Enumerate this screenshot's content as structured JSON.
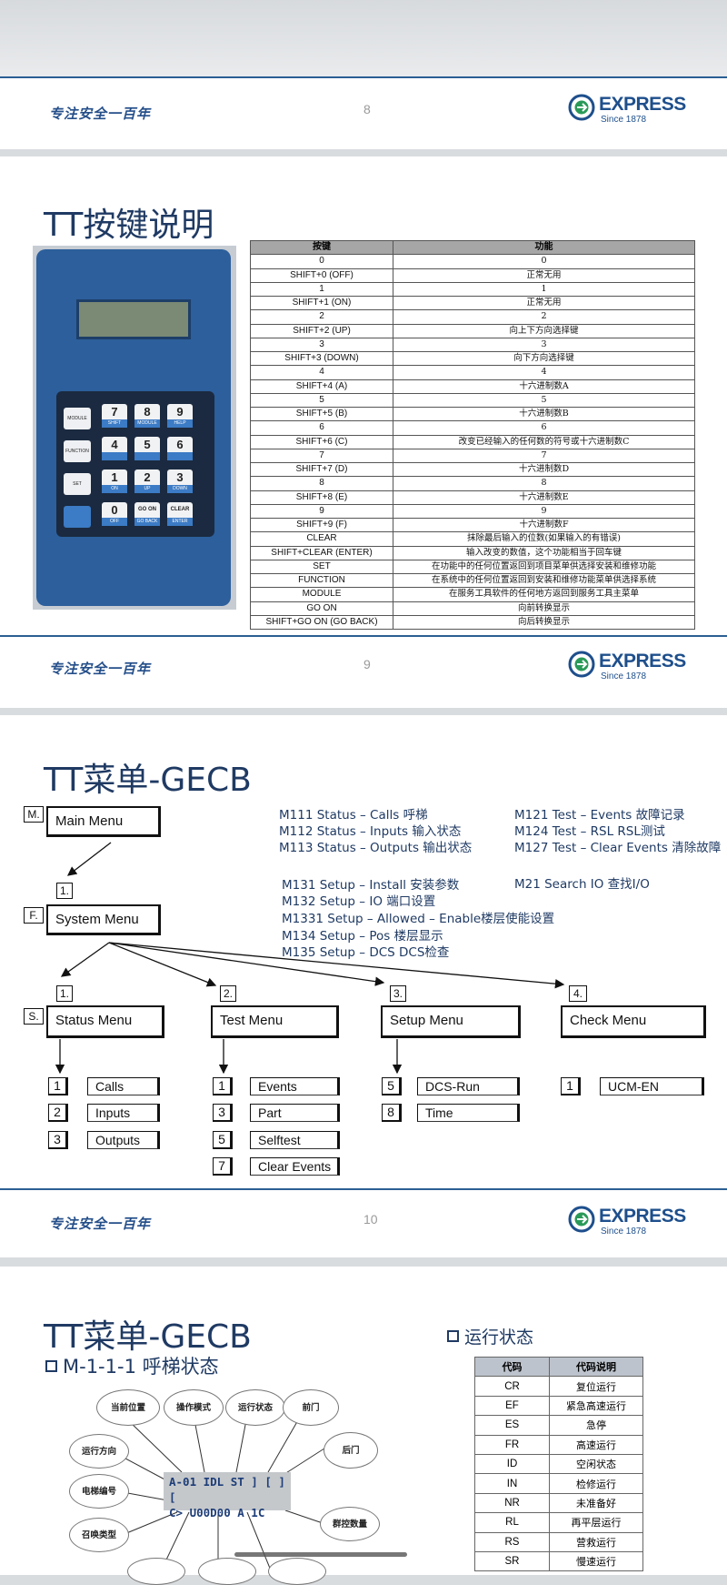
{
  "slogan": "专注安全一百年",
  "logo": {
    "name": "EXPRESS",
    "since": "Since 1878",
    "color": "#1e4f8c"
  },
  "pages": {
    "p8": "8",
    "p9": "9",
    "p10": "10"
  },
  "slide9": {
    "title": "TT按键说明",
    "table": {
      "headers": [
        "按键",
        "功能"
      ],
      "rows": [
        [
          "0",
          "0"
        ],
        [
          "SHIFT+0 (OFF)",
          "正常无用"
        ],
        [
          "1",
          "1"
        ],
        [
          "SHIFT+1 (ON)",
          "正常无用"
        ],
        [
          "2",
          "2"
        ],
        [
          "SHIFT+2 (UP)",
          "向上下方向选择键"
        ],
        [
          "3",
          "3"
        ],
        [
          "SHIFT+3 (DOWN)",
          "向下方向选择键"
        ],
        [
          "4",
          "4"
        ],
        [
          "SHIFT+4 (A)",
          "十六进制数A"
        ],
        [
          "5",
          "5"
        ],
        [
          "SHIFT+5 (B)",
          "十六进制数B"
        ],
        [
          "6",
          "6"
        ],
        [
          "SHIFT+6 (C)",
          "改变已经输入的任何数的符号或十六进制数C"
        ],
        [
          "7",
          "7"
        ],
        [
          "SHIFT+7 (D)",
          "十六进制数D"
        ],
        [
          "8",
          "8"
        ],
        [
          "SHIFT+8 (E)",
          "十六进制数E"
        ],
        [
          "9",
          "9"
        ],
        [
          "SHIFT+9 (F)",
          "十六进制数F"
        ],
        [
          "CLEAR",
          "抹除最后输入的位数(如果输入的有错误)"
        ],
        [
          "SHIFT+CLEAR (ENTER)",
          "输入改变的数值，这个功能相当于回车键"
        ],
        [
          "SET",
          "在功能中的任何位置返回到项目菜单供选择安装和维修功能"
        ],
        [
          "FUNCTION",
          "在系统中的任何位置返回到安装和维修功能菜单供选择系统"
        ],
        [
          "MODULE",
          "在服务工具软件的任何地方返回到服务工具主菜单"
        ],
        [
          "GO ON",
          "向前转换显示"
        ],
        [
          "SHIFT+GO ON (GO BACK)",
          "向后转换显示"
        ]
      ]
    },
    "device": {
      "keys": [
        [
          "7",
          "8",
          "9"
        ],
        [
          "4",
          "5",
          "6"
        ],
        [
          "1",
          "2",
          "3"
        ],
        [
          "0",
          "GO ON",
          "CLEAR"
        ]
      ],
      "key_labels": [
        [
          "SHIFT",
          "MODULE",
          "HELP"
        ],
        [
          "",
          "",
          ""
        ],
        [
          "ON",
          "UP",
          "DOWN"
        ],
        [
          "OFF",
          "GO BACK",
          "ENTER"
        ]
      ],
      "fkeys": [
        "MODULE",
        "FUNCTION",
        "SET"
      ]
    }
  },
  "slide10": {
    "title": "TT菜单-GECB",
    "tags": {
      "m": "M.",
      "f": "F.",
      "s": "S."
    },
    "main_menu": "Main Menu",
    "system_menu": "System Menu",
    "sys_num": "1.",
    "submenus": [
      {
        "num": "1.",
        "label": "Status Menu"
      },
      {
        "num": "2.",
        "label": "Test Menu"
      },
      {
        "num": "3.",
        "label": "Setup Menu"
      },
      {
        "num": "4.",
        "label": "Check Menu"
      }
    ],
    "status_items": [
      [
        "1",
        "Calls"
      ],
      [
        "2",
        "Inputs"
      ],
      [
        "3",
        "Outputs"
      ]
    ],
    "test_items": [
      [
        "1",
        "Events"
      ],
      [
        "3",
        "Part"
      ],
      [
        "5",
        "Selftest"
      ],
      [
        "7",
        "Clear Events"
      ]
    ],
    "setup_items": [
      [
        "5",
        "DCS-Run"
      ],
      [
        "8",
        "Time"
      ]
    ],
    "check_items": [
      [
        "1",
        "UCM-EN"
      ]
    ],
    "codes_left": [
      "M111 Status – Calls 呼梯",
      "M112 Status – Inputs  输入状态",
      "M113 Status – Outputs 输出状态"
    ],
    "codes_right": [
      "M121 Test – Events 故障记录",
      "M124 Test – RSL RSL测试",
      "M127 Test – Clear Events 清除故障"
    ],
    "codes_setup": [
      "M131 Setup – Install 安装参数",
      "M132 Setup – IO 端口设置",
      "M1331 Setup – Allowed – Enable楼层使能设置",
      "M134 Setup – Pos 楼层显示",
      "M135 Setup – DCS DCS检查"
    ],
    "code_search": "M21 Search IO 查找I/O"
  },
  "slide11": {
    "title": "TT菜单-GECB",
    "subtitle": "M-1-1-1 呼梯状态",
    "run_status": "运行状态",
    "bubbles": [
      "当前位置",
      "操作模式",
      "运行状态",
      "前门",
      "后门",
      "运行方向",
      "电梯编号",
      "群控数量",
      "召唤类型"
    ],
    "lcd": {
      "line1": "A-01  IDL  ST ] [ ] [",
      "line2": "C>     U00D00 A  1C"
    },
    "table": {
      "headers": [
        "代码",
        "代码说明"
      ],
      "rows": [
        [
          "CR",
          "复位运行"
        ],
        [
          "EF",
          "紧急高速运行"
        ],
        [
          "ES",
          "急停"
        ],
        [
          "FR",
          "高速运行"
        ],
        [
          "ID",
          "空闲状态"
        ],
        [
          "IN",
          "检修运行"
        ],
        [
          "NR",
          "未准备好"
        ],
        [
          "RL",
          "再平层运行"
        ],
        [
          "RS",
          "营救运行"
        ],
        [
          "SR",
          "慢速运行"
        ]
      ]
    }
  }
}
